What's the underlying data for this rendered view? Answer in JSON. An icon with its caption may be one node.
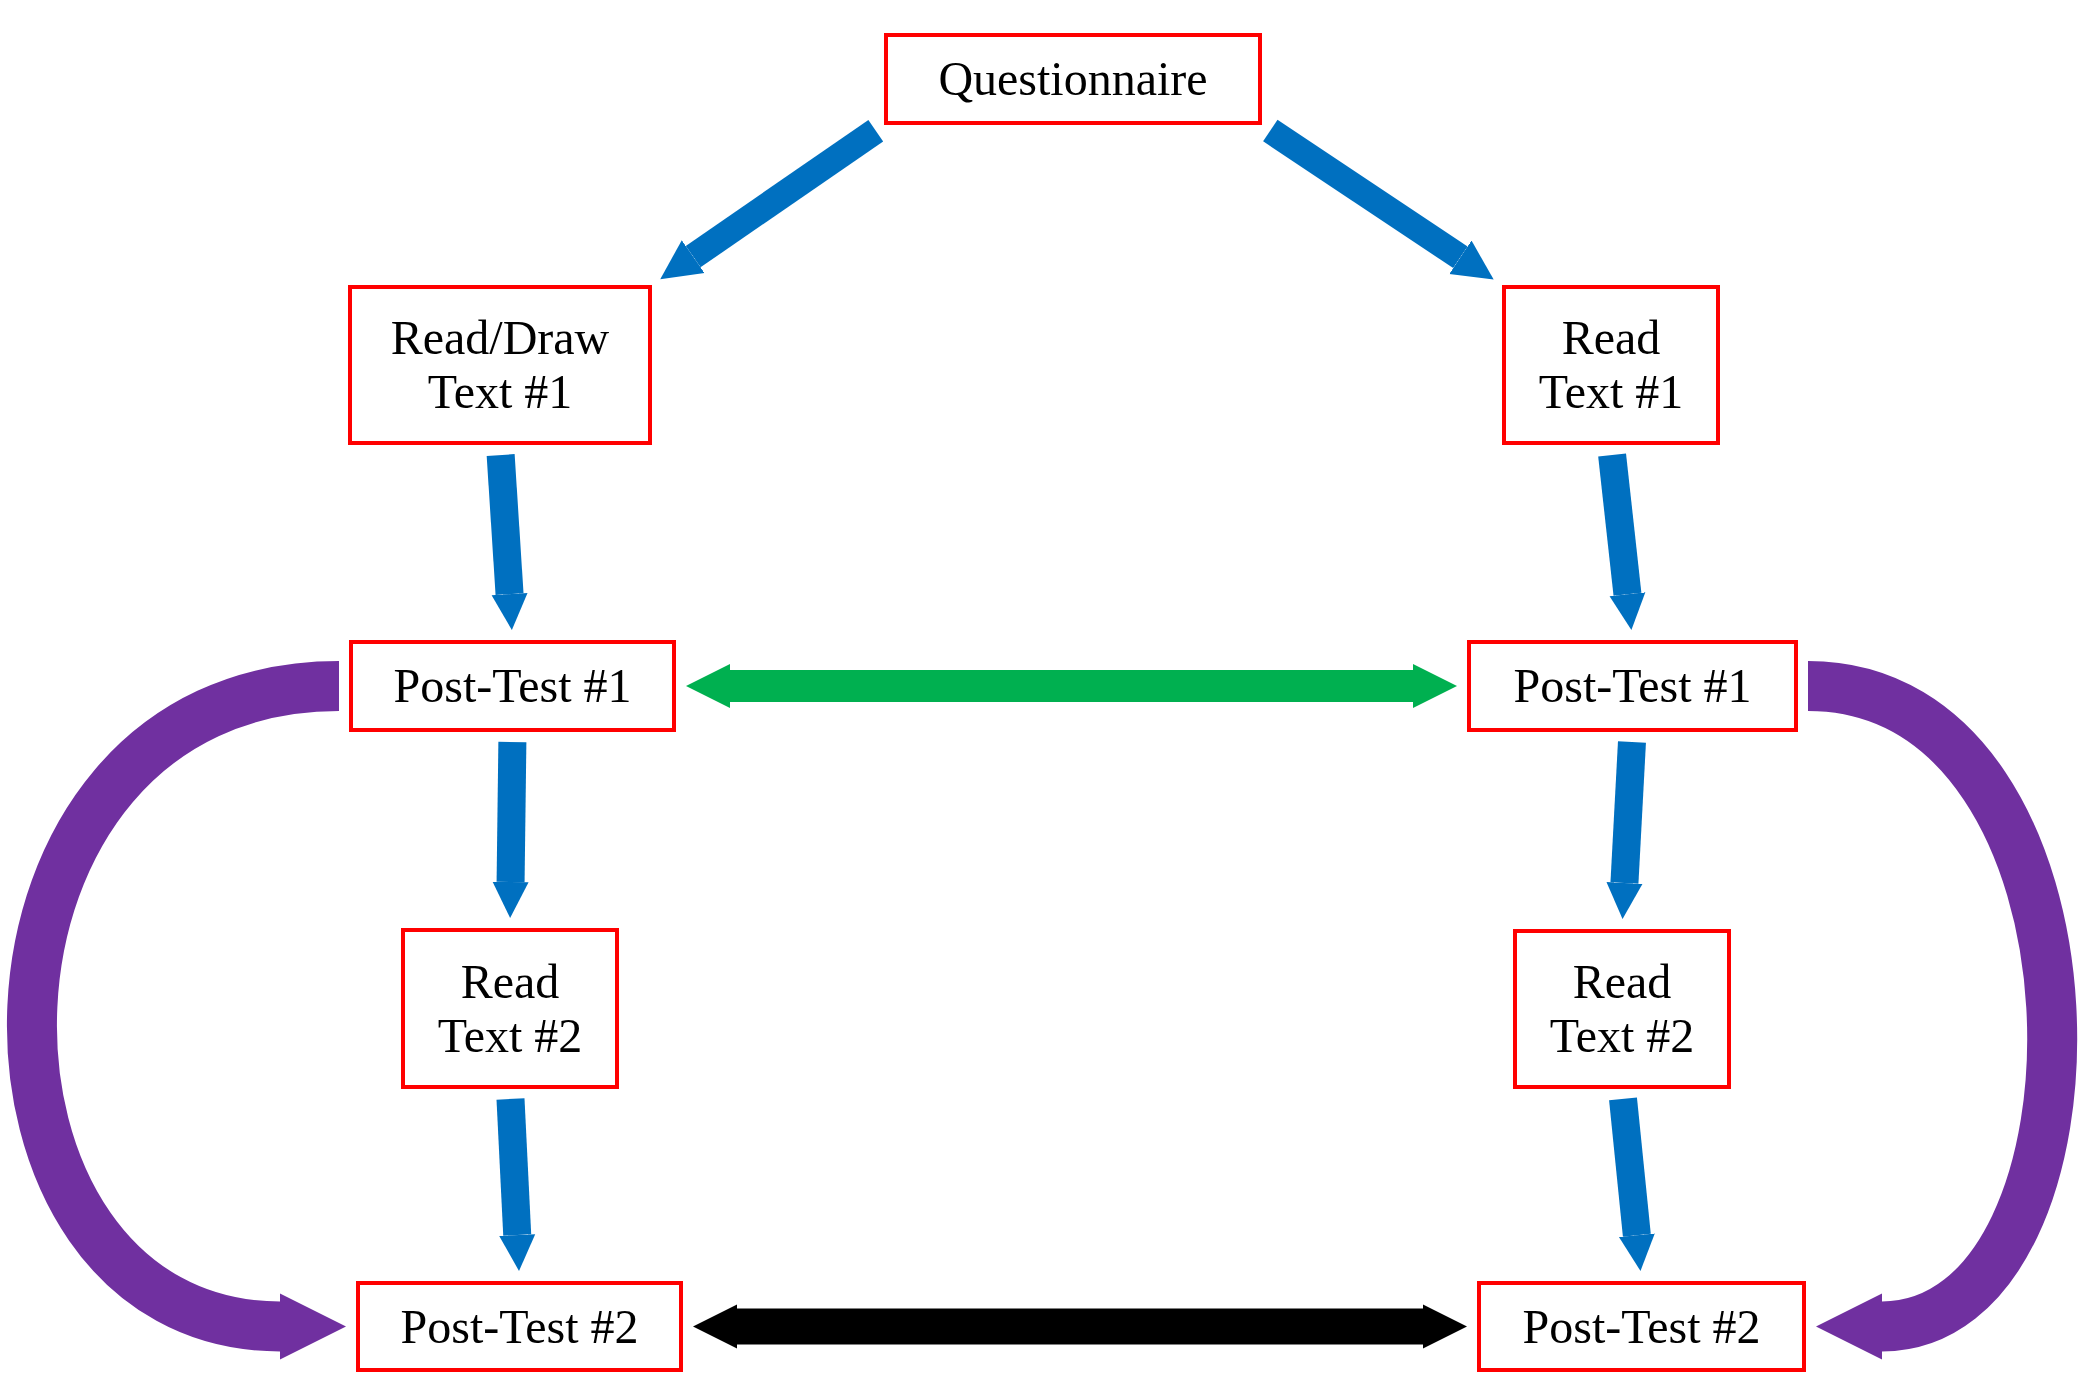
{
  "diagram": {
    "nodes": [
      {
        "text": [
          "Questionnaire"
        ]
      },
      {
        "text": [
          "Read/Draw Text #1"
        ]
      },
      {
        "text": [
          "Read Text #1"
        ]
      },
      {
        "text": [
          "Post-Test #1"
        ]
      },
      {
        "text": [
          "Post-Test #1"
        ]
      },
      {
        "text": [
          "Read Text #2"
        ]
      },
      {
        "text": [
          "Read Text #2"
        ]
      },
      {
        "text": [
          "Post-Test #2"
        ]
      },
      {
        "text": [
          "Post-Test #2"
        ]
      }
    ],
    "edges": [
      {
        "from": 0,
        "to": 1,
        "arrow": "to"
      },
      {
        "from": 0,
        "to": 2,
        "arrow": "to"
      },
      {
        "from": 1,
        "to": 3,
        "arrow": "to"
      },
      {
        "from": 2,
        "to": 4,
        "arrow": "to"
      },
      {
        "from": 3,
        "to": 4,
        "arrow": "both",
        "color": "#00b050"
      },
      {
        "from": 3,
        "to": 5,
        "arrow": "to"
      },
      {
        "from": 4,
        "to": 6,
        "arrow": "to"
      },
      {
        "from": 5,
        "to": 7,
        "arrow": "to"
      },
      {
        "from": 6,
        "to": 8,
        "arrow": "to"
      },
      {
        "from": 7,
        "to": 8,
        "arrow": "both",
        "color": "#000000"
      },
      {
        "from": 3,
        "to": 7,
        "arrow": "to",
        "color": "#7030a0"
      },
      {
        "from": 4,
        "to": 8,
        "arrow": "to",
        "color": "#7030a0"
      }
    ]
  }
}
